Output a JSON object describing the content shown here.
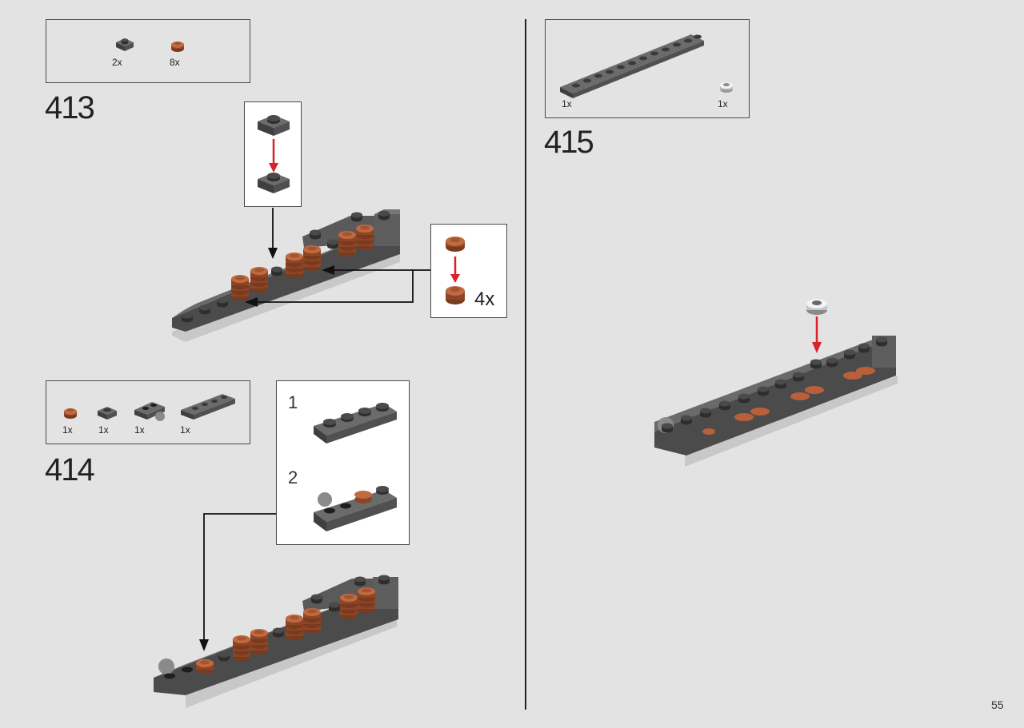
{
  "page": {
    "number": "55"
  },
  "colors": {
    "dark_gray": "#5b5b5b",
    "brown": "#b9603a",
    "arrow_red": "#d8232a",
    "light_gray": "#c8c8c8"
  },
  "steps": [
    {
      "number": "413",
      "parts": [
        {
          "qty": "2x",
          "part": "dark-gray-plate-1x1-icon"
        },
        {
          "qty": "8x",
          "part": "brown-round-plate-icon"
        }
      ],
      "callouts": [
        {
          "multiplier": "4x"
        }
      ]
    },
    {
      "number": "414",
      "parts": [
        {
          "qty": "1x",
          "part": "brown-round-plate-icon"
        },
        {
          "qty": "1x",
          "part": "dark-gray-plate-1x1-icon"
        },
        {
          "qty": "1x",
          "part": "plate-with-ball-icon"
        },
        {
          "qty": "1x",
          "part": "dark-gray-plate-1x4-icon"
        }
      ],
      "substeps": [
        {
          "number": "1"
        },
        {
          "number": "2"
        }
      ]
    },
    {
      "number": "415",
      "parts": [
        {
          "qty": "1x",
          "part": "dark-gray-plate-1x12-icon"
        },
        {
          "qty": "1x",
          "part": "white-round-plate-icon"
        }
      ]
    }
  ]
}
